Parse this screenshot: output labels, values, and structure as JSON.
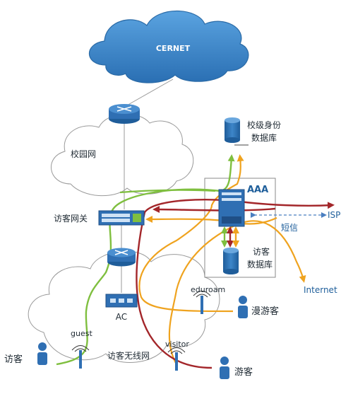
{
  "nodes": {
    "cernet": "CERNET",
    "campus_network": "校园网",
    "campus_identity_db": "校级身份\n数据库",
    "aaa": "AAA",
    "visitor_gateway": "访客网关",
    "isp": "ISP",
    "sms": "短信",
    "visitor_db": "访客\n数据库",
    "internet": "Internet",
    "eduroam": "eduroam",
    "roaming_visitor": "漫游客",
    "ac": "AC",
    "guest_ssid": "guest",
    "visitor_ssid": "visitor",
    "visitor_wireless_network": "访客无线网",
    "visitor_person": "访客",
    "tourist_person": "游客"
  },
  "colors": {
    "green_flow": "#7fbf3f",
    "orange_flow": "#efa31f",
    "red_flow": "#a3262a",
    "device_blue": "#2f6fb3",
    "cernet_cloud": "#3d86c9"
  }
}
